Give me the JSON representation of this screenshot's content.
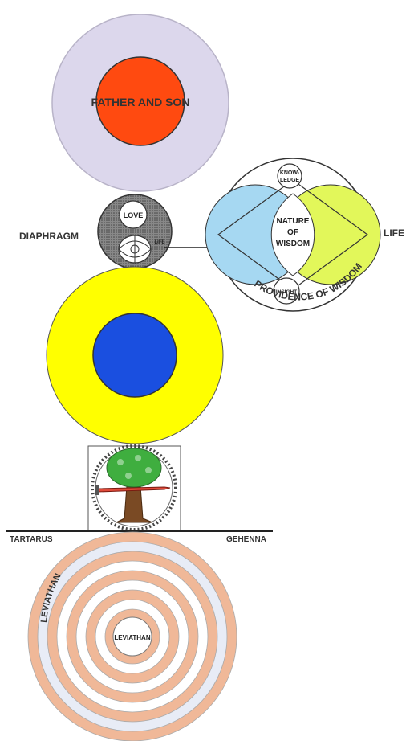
{
  "diagram": {
    "top_circle": {
      "label": "FATHER AND SON",
      "outer_color": "#dcd7ec",
      "inner_color": "#ff4a10"
    },
    "diaphragm": {
      "side_label": "DIAPHRAGM",
      "love_label": "LOVE",
      "life_label": "LIFE"
    },
    "wisdom": {
      "knowledge_label_1": "KNOW-",
      "knowledge_label_2": "LEDGE",
      "nature_label_1": "NATURE",
      "nature_label_2": "OF",
      "nature_label_3": "WISDOM",
      "insight_label": "INSIGHT",
      "life_label": "LIFE",
      "providence_label": "PROVIDENCE OF WISDOM",
      "left_color": "#a6d8f2",
      "right_color": "#e2f75a"
    },
    "middle_circle": {
      "outer_color": "#ffff00",
      "inner_color": "#1a4fe0"
    },
    "tree": {
      "leaf_color": "#3fae3f",
      "trunk_color": "#7a4a24",
      "sword_color": "#e04a3a"
    },
    "ground": {
      "left_label": "TARTARUS",
      "right_label": "GEHENNA"
    },
    "rings": {
      "outer_label": "LEVIATHAN",
      "center_label": "LEVIATHAN",
      "ring_color": "#f0b898",
      "gap_color": "#e8ecf6"
    }
  }
}
